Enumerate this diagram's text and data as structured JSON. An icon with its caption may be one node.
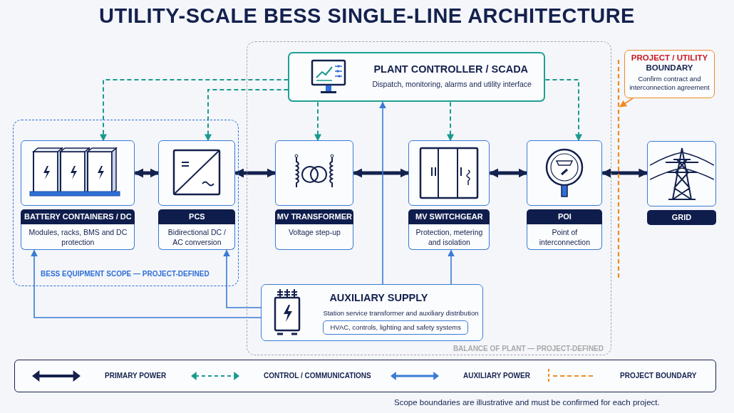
{
  "diagram": {
    "title": "UTILITY-SCALE BESS SINGLE-LINE ARCHITECTURE",
    "nodes": [
      {
        "text": [
          "BESS EQUIPMENT SCOPE — PROJECT-DEFINED"
        ]
      },
      {
        "text": [
          "BALANCE OF PLANT — PROJECT-DEFINED"
        ]
      },
      {
        "text": [
          "PLANT CONTROLLER / SCADA",
          "Dispatch, monitoring, alarms and utility interface"
        ],
        "in": 1
      },
      {
        "text": [
          "BATTERY CONTAINERS / DC",
          "Modules, racks, BMS and DC protection"
        ],
        "in": 0
      },
      {
        "text": [
          "PCS",
          "Bidirectional DC / AC conversion"
        ],
        "in": 0
      },
      {
        "text": [
          "MV TRANSFORMER",
          "Voltage step-up"
        ],
        "in": 1
      },
      {
        "text": [
          "MV SWITCHGEAR",
          "Protection, metering and isolation"
        ],
        "in": 1
      },
      {
        "text": [
          "POI",
          "Point of interconnection"
        ],
        "in": 1
      },
      {
        "text": [
          "GRID"
        ]
      },
      {
        "text": [
          "AUXILIARY SUPPLY",
          "Station service transformer and auxiliary distribution",
          "HVAC, controls, lighting and safety systems"
        ],
        "in": 1
      },
      {
        "text": [
          "PROJECT / UTILITY",
          "BOUNDARY",
          "Confirm contract and interconnection agreement"
        ]
      },
      {
        "text": [],
        "shape": "line"
      }
    ],
    "edges": [
      {
        "from": 3,
        "to": 4,
        "arrow": "both",
        "style": "thick"
      },
      {
        "from": 4,
        "to": 5,
        "arrow": "both",
        "style": "thick"
      },
      {
        "from": 5,
        "to": 6,
        "arrow": "both",
        "style": "thick"
      },
      {
        "from": 6,
        "to": 7,
        "arrow": "both",
        "style": "thick"
      },
      {
        "from": 7,
        "to": 8,
        "arrow": "both",
        "style": "thick"
      },
      {
        "from": 2,
        "to": 3,
        "arrow": "to",
        "style": "dashed",
        "color": "#1a9a8f"
      },
      {
        "from": 2,
        "to": 4,
        "arrow": "to",
        "style": "dashed",
        "color": "#1a9a8f"
      },
      {
        "from": 2,
        "to": 5,
        "arrow": "to",
        "style": "dashed",
        "color": "#1a9a8f"
      },
      {
        "from": 2,
        "to": 6,
        "arrow": "to",
        "style": "dashed",
        "color": "#1a9a8f"
      },
      {
        "from": 2,
        "to": 7,
        "arrow": "to",
        "style": "dashed",
        "color": "#1a9a8f"
      },
      {
        "from": 9,
        "to": 3,
        "arrow": "to",
        "color": "#3a7bd5"
      },
      {
        "from": 9,
        "to": 4,
        "arrow": "to",
        "color": "#3a7bd5"
      },
      {
        "from": 9,
        "to": 2,
        "arrow": "to",
        "color": "#3a7bd5"
      },
      {
        "from": 9,
        "to": 6,
        "arrow": "to",
        "color": "#3a7bd5"
      },
      {
        "from": 10,
        "to": 11,
        "arrow": "to",
        "color": "#f08a24"
      }
    ],
    "labels": [
      "Scope boundaries are illustrative and must be confirmed for each project."
    ],
    "legend": [
      {
        "text": "PRIMARY POWER"
      },
      {
        "text": "CONTROL / COMMUNICATIONS"
      },
      {
        "text": "AUXILIARY POWER"
      },
      {
        "text": "PROJECT BOUNDARY"
      }
    ]
  }
}
